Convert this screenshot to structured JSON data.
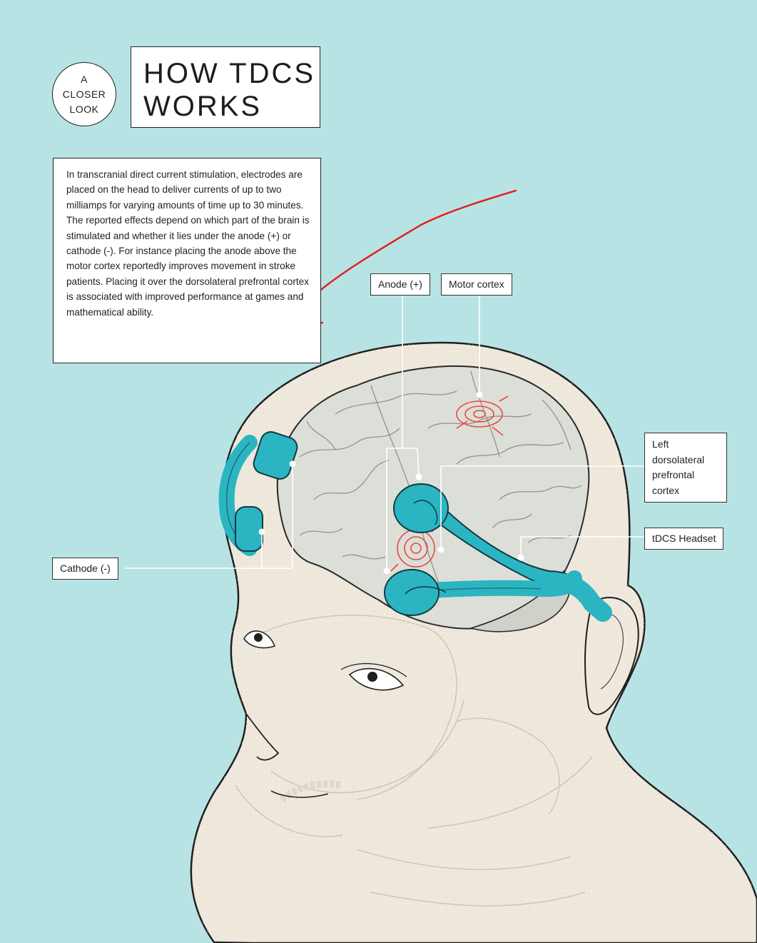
{
  "badge": {
    "lines": [
      "A",
      "CLOSER",
      "LOOK"
    ]
  },
  "title": {
    "lines": [
      "HOW TDCS",
      "WORKS"
    ]
  },
  "intro": {
    "text": "In transcranial direct current stimulation, electrodes are placed on the head to deliver currents of up to two milliamps for varying amounts of time up to 30 minutes. The reported effects depend on which part of the brain is stimulated and whether it lies under the anode (+) or cathode (-). For instance placing the anode above the motor cortex reportedly improves movement in stroke patients. Placing it over the dorsolateral prefrontal cortex is associated with improved performance at games and mathematical ability."
  },
  "labels": {
    "anode": "Anode (+)",
    "motor_cortex": "Motor cortex",
    "dlpfc": "Left dorsolateral prefrontal cortex",
    "cathode": "Cathode (-)",
    "headset": "tDCS Headset"
  },
  "colors": {
    "background": "#b8e3e4",
    "skin": "#efe8dd",
    "brain": "#dcdfd8",
    "headset": "#2bb5c2",
    "target_marks": "#e8493f",
    "annotation": "#e21d1d"
  }
}
